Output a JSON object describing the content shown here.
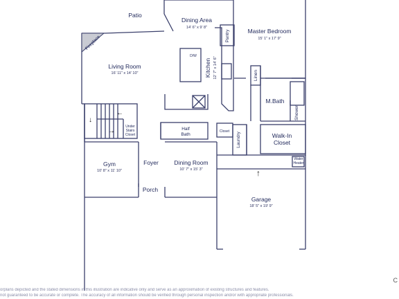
{
  "rooms": {
    "patio": "Patio",
    "dining_area": "Dining Area",
    "dining_area_dim": "14' 6\" x 9' 8\"",
    "master_bedroom": "Master Bedroom",
    "master_bedroom_dim": "15' 1\" x 17' 9\"",
    "fireplace": "Fireplace",
    "pantry": "Pantry",
    "living_room": "Living Room",
    "living_room_dim": "16' 11\" x 14' 10\"",
    "dw": "D/W",
    "kitchen": "Kitchen",
    "kitchen_dim": "12' 7\" x 14' 6\"",
    "linen": "Linen",
    "m_bath": "M.Bath",
    "shower": "Shower",
    "under_stairs_1": "Under",
    "under_stairs_2": "Stairs",
    "under_stairs_3": "Closet",
    "half_bath_1": "Half",
    "half_bath_2": "Bath",
    "closet": "Closet",
    "laundry": "Laundry",
    "walk_in_1": "Walk-In",
    "walk_in_2": "Closet",
    "gym": "Gym",
    "gym_dim": "10' 8\" x 11' 10\"",
    "foyer": "Foyer",
    "dining_room": "Dining Room",
    "dining_room_dim": "10' 7\" x 15' 3\"",
    "water_heater_1": "Water",
    "water_heater_2": "Heater",
    "porch": "Porch",
    "garage": "Garage",
    "garage_dim": "18' 5\" x 19' 9\""
  },
  "disclaimer": {
    "line1": "orplans depicted and the stated dimensions in this illustration are indicative only and serve as an approximation of existing structures and features.",
    "line2": "not guaranteed to be accurate or complete. The accuracy of all information should be verified through personal inspection and/or with appropriate professionals."
  },
  "edge_char": "C"
}
